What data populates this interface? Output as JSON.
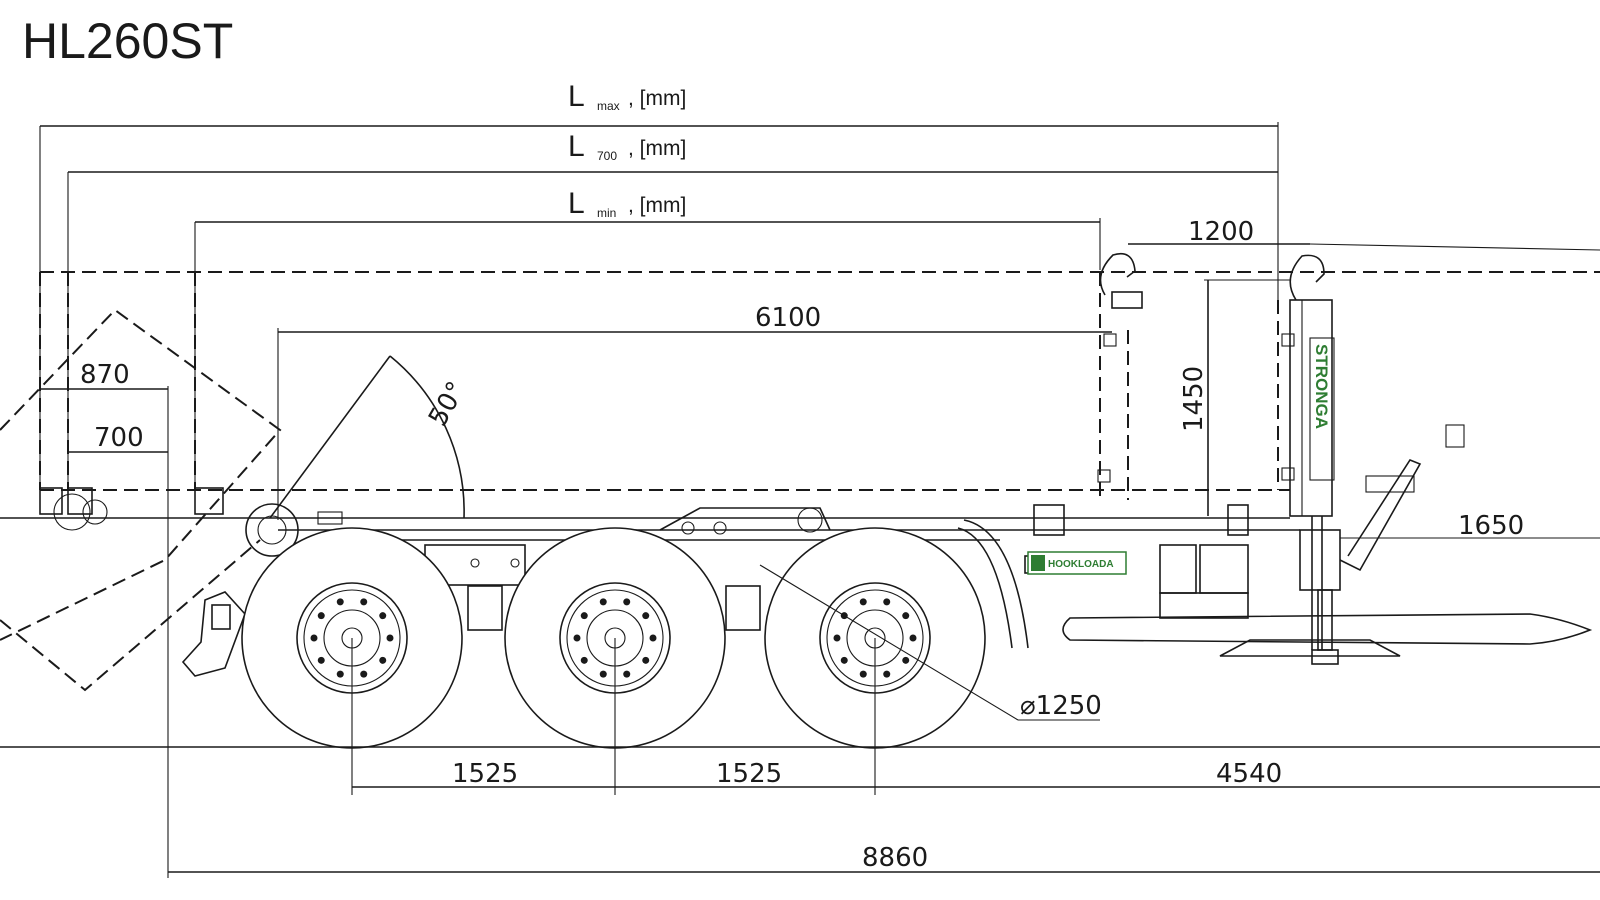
{
  "title": "HL260ST",
  "dimension_lines": {
    "l_max": {
      "main": "L",
      "sub": "max",
      "unit": ", [mm]"
    },
    "l_700": {
      "main": "L",
      "sub": "700",
      "unit": ", [mm]"
    },
    "l_min": {
      "main": "L",
      "sub": "min",
      "unit": ", [mm]"
    }
  },
  "dimensions": {
    "d870": "870",
    "d700": "700",
    "d6100": "6100",
    "d1200": "1200",
    "d1450": "1450",
    "d1650": "1650",
    "wheel_diameter": "⌀1250",
    "axle_spacing_1": "1525",
    "axle_spacing_2": "1525",
    "d4540": "4540",
    "overall_length": "8860",
    "tipping_angle": "50°"
  },
  "brand": {
    "mast_text": "STRONGA",
    "plate_text": "HOOKLOADA"
  },
  "colors": {
    "line": "#1a1a1a",
    "brand_green": "#2e7d32",
    "background": "#ffffff"
  }
}
